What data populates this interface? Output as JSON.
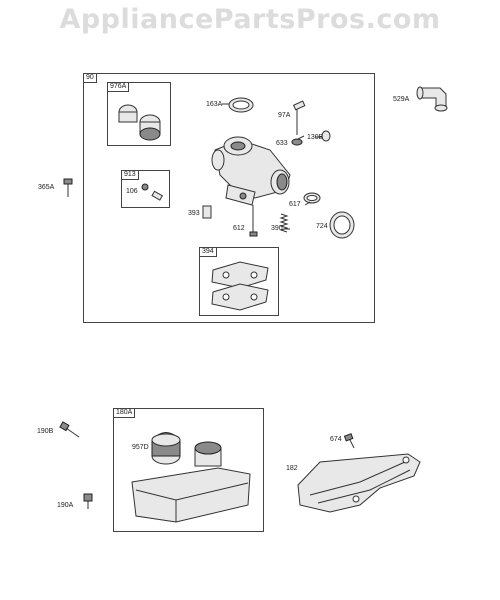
{
  "watermark": "AppliancePartsPros.com",
  "groups": {
    "g90": "90",
    "g976a": "976A",
    "g913": "913",
    "g394": "394",
    "g180a": "180A"
  },
  "parts": {
    "p529a": "529A",
    "p163a": "163A",
    "p97a": "97A",
    "p633": "633",
    "p130b": "130B",
    "p365a": "365A",
    "p106": "106",
    "p393": "393",
    "p612": "612",
    "p390": "390",
    "p617": "617",
    "p724": "724",
    "p190b": "190B",
    "p957d": "957D",
    "p190a": "190A",
    "p674": "674",
    "p182": "182"
  }
}
